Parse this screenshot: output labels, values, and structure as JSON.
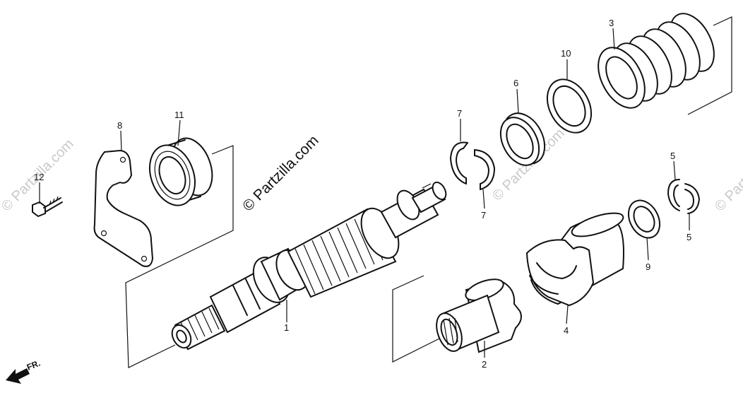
{
  "watermark": {
    "main": "© Partzilla.com",
    "faint": "© Partzilla.com"
  },
  "direction_marker": "FR.",
  "parts": [
    {
      "key": "p1",
      "label": "1"
    },
    {
      "key": "p2",
      "label": "2"
    },
    {
      "key": "p3",
      "label": "3"
    },
    {
      "key": "p4",
      "label": "4"
    },
    {
      "key": "p5a",
      "label": "5"
    },
    {
      "key": "p5b",
      "label": "5"
    },
    {
      "key": "p6",
      "label": "6"
    },
    {
      "key": "p7a",
      "label": "7"
    },
    {
      "key": "p7b",
      "label": "7"
    },
    {
      "key": "p8",
      "label": "8"
    },
    {
      "key": "p9",
      "label": "9"
    },
    {
      "key": "p10",
      "label": "10"
    },
    {
      "key": "p11",
      "label": "11"
    },
    {
      "key": "p12",
      "label": "12"
    }
  ]
}
